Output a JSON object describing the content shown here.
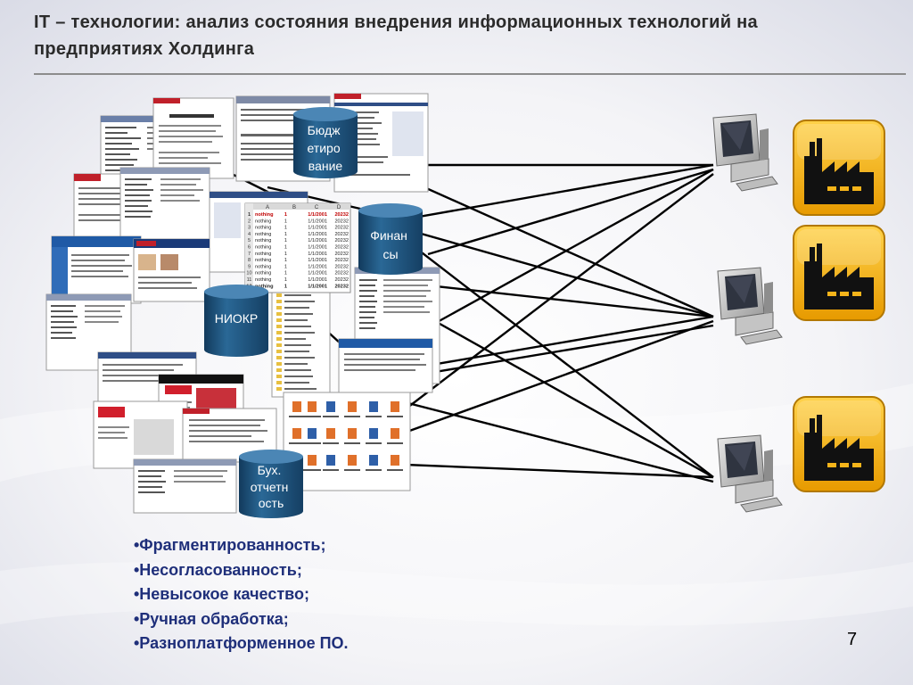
{
  "title": "IT – технологии: анализ состояния внедрения информационных технологий на предприятиях Холдинга",
  "databases": [
    {
      "id": "budget",
      "label_lines": [
        "Бюдж",
        "етиро",
        "вание"
      ]
    },
    {
      "id": "finance",
      "label_lines": [
        "Финан",
        "сы"
      ]
    },
    {
      "id": "niokr",
      "label_lines": [
        "НИОКР"
      ]
    },
    {
      "id": "accounting",
      "label_lines": [
        "Бух.",
        "отчетн",
        "ость"
      ]
    }
  ],
  "spreadsheet": {
    "columns": [
      "A",
      "B",
      "C",
      "D"
    ],
    "rows": [
      {
        "n": "1",
        "a": "nothing",
        "b": "1",
        "c": "1/1/2001",
        "d": "20232"
      },
      {
        "n": "2",
        "a": "nothing",
        "b": "1",
        "c": "1/1/2001",
        "d": "20232"
      },
      {
        "n": "3",
        "a": "nothing",
        "b": "1",
        "c": "1/1/2001",
        "d": "20232"
      },
      {
        "n": "4",
        "a": "nothing",
        "b": "1",
        "c": "1/1/2001",
        "d": "20232"
      },
      {
        "n": "5",
        "a": "nothing",
        "b": "1",
        "c": "1/1/2001",
        "d": "20232"
      },
      {
        "n": "6",
        "a": "nothing",
        "b": "1",
        "c": "1/1/2001",
        "d": "20232"
      },
      {
        "n": "7",
        "a": "nothing",
        "b": "1",
        "c": "1/1/2001",
        "d": "20232"
      },
      {
        "n": "8",
        "a": "nothing",
        "b": "1",
        "c": "1/1/2001",
        "d": "20232"
      },
      {
        "n": "9",
        "a": "nothing",
        "b": "1",
        "c": "1/1/2001",
        "d": "20232"
      },
      {
        "n": "10",
        "a": "nothing",
        "b": "1",
        "c": "1/1/2001",
        "d": "20232"
      },
      {
        "n": "11",
        "a": "nothing",
        "b": "1",
        "c": "1/1/2001",
        "d": "20232"
      },
      {
        "n": "12",
        "a": "nothing",
        "b": "1",
        "c": "1/1/2001",
        "d": "20232"
      }
    ]
  },
  "bullets": [
    "•Фрагментированность;",
    "•Несогласованность;",
    "•Невысокое качество;",
    "•Ручная обработка;",
    "•Разноплатформенное ПО."
  ],
  "page_number": "7",
  "colors": {
    "title": "#2b2b2b",
    "bullets": "#1f2f7a",
    "cylinder": "#1e4f78",
    "factory_fill": "#f5b41a",
    "factory_border": "#b27800",
    "connections": "#000000"
  },
  "icons": [
    "database-icon",
    "computer-icon",
    "factory-icon"
  ]
}
